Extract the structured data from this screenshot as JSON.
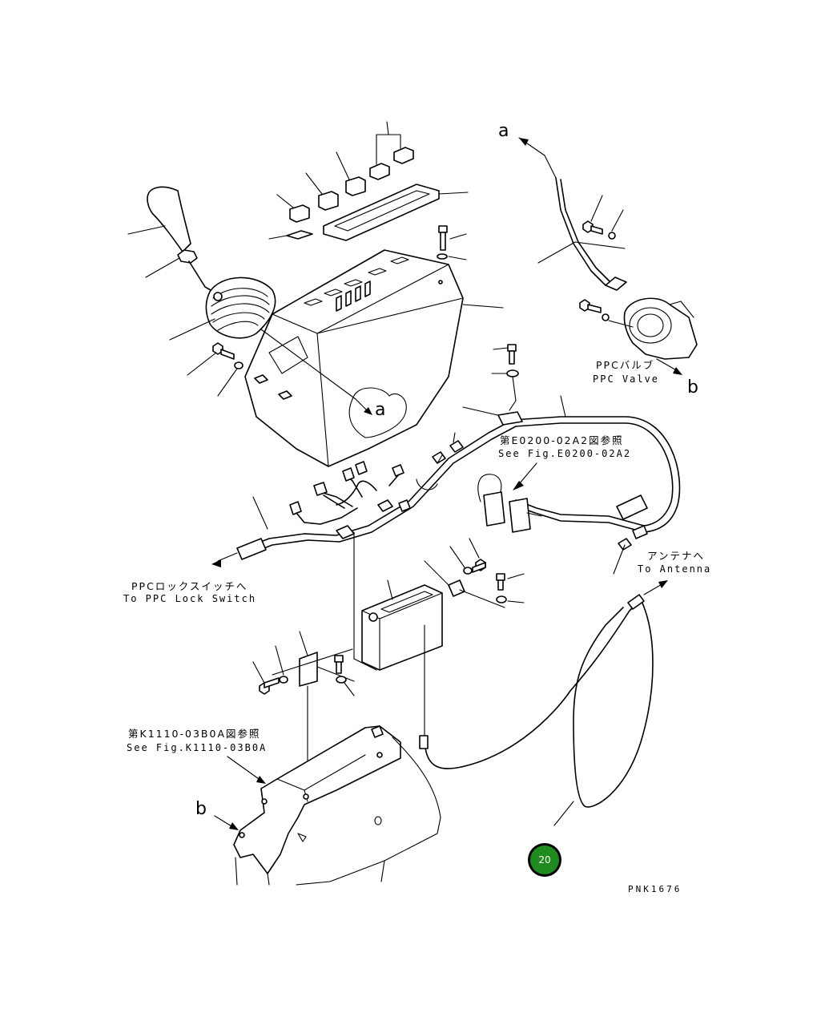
{
  "labels": {
    "ppc_valve_jp": "PPCバルブ",
    "ppc_valve_en": "PPC Valve",
    "see_fig_e_jp": "第E0200-02A2図参照",
    "see_fig_e_en": "See Fig.E0200-02A2",
    "ppc_lock_jp": "PPCロックスイッチへ",
    "ppc_lock_en": "To PPC Lock Switch",
    "antenna_jp": "アンテナへ",
    "antenna_en": "To Antenna",
    "see_fig_k_jp": "第K1110-03B0A図参照",
    "see_fig_k_en": "See Fig.K1110-03B0A"
  },
  "markers": {
    "a_top": "a",
    "a_console": "a",
    "b_valve": "b",
    "b_bottom": "b"
  },
  "badge": {
    "number": "20",
    "color": "#1e8c1e"
  },
  "drawing_code": "PNK1676"
}
